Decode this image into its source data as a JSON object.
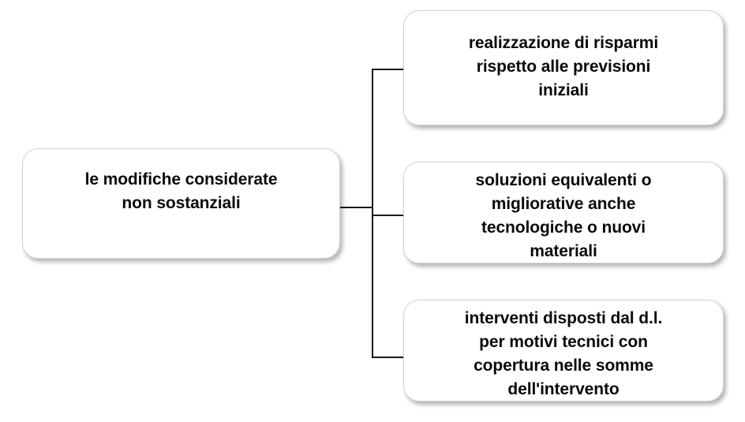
{
  "diagram": {
    "type": "horizontal-tree",
    "background_color": "#ffffff",
    "node_fill_color": "#ffffff",
    "node_border_color": "#d2d2d2",
    "text_color": "#0a0a0a",
    "connector_color": "#1a1a1a",
    "root": {
      "label": "le modifiche considerate\nnon sostanziali"
    },
    "children": [
      {
        "label": "realizzazione di risparmi\nrispetto alle previsioni\niniziali"
      },
      {
        "label": "soluzioni equivalenti o\nmigliorative anche\ntecnologiche o nuovi\nmateriali"
      },
      {
        "label": "interventi disposti dal d.l.\nper motivi tecnici con\ncopertura nelle somme\ndell'intervento"
      }
    ]
  }
}
